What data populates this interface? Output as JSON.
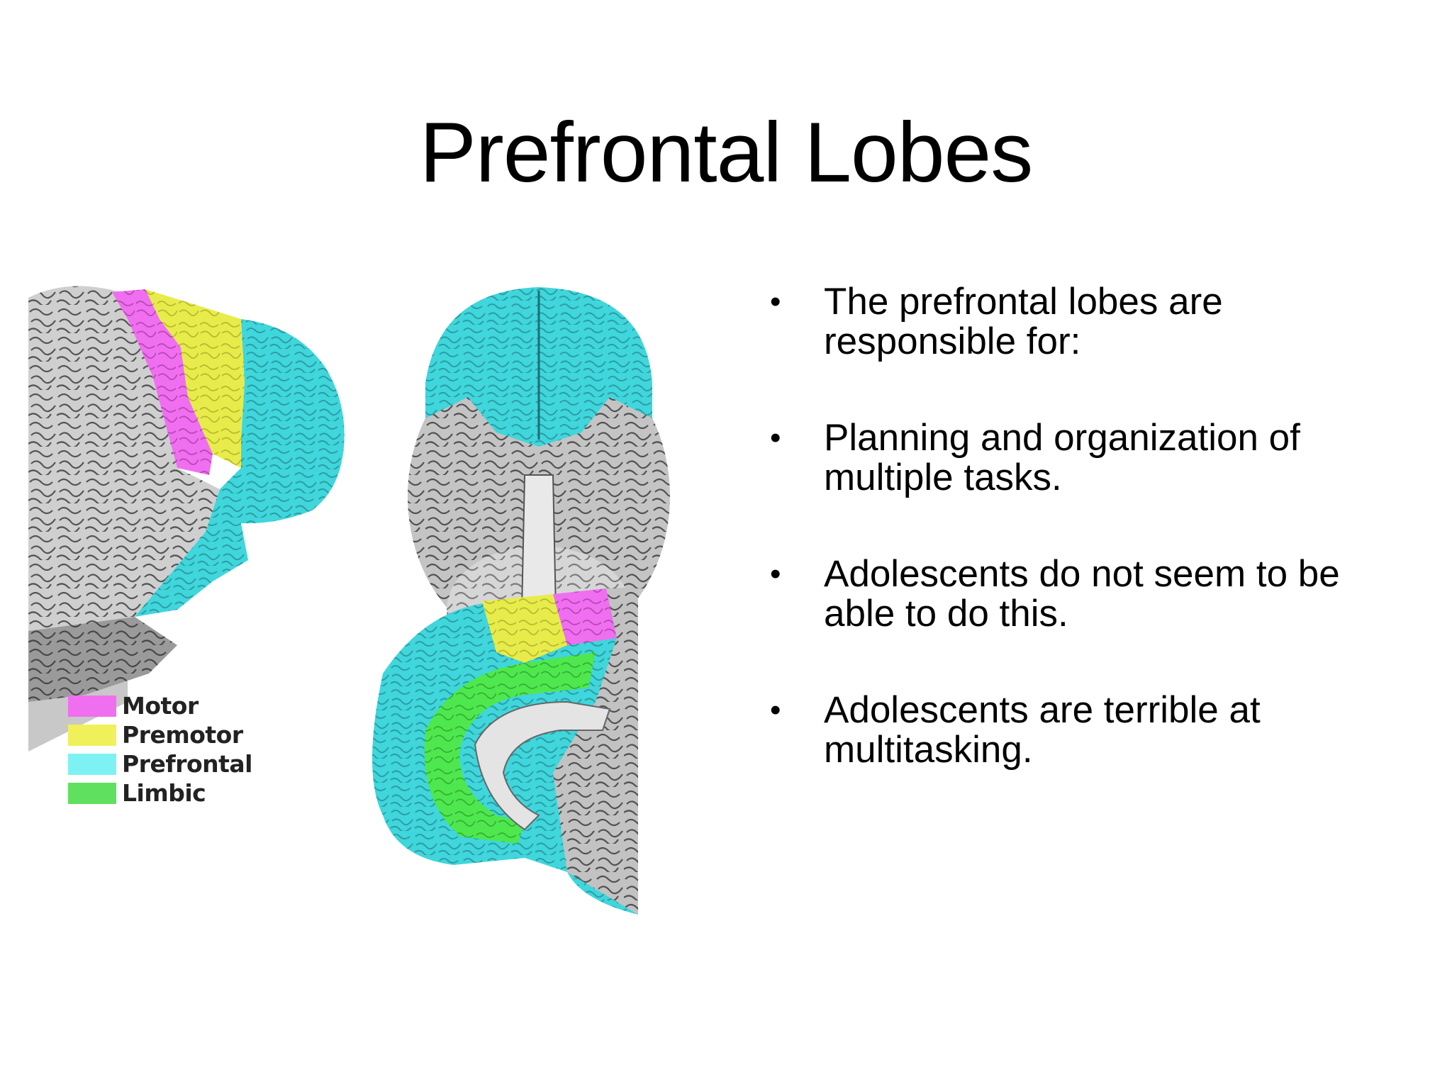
{
  "slide": {
    "title": "Prefrontal Lobes",
    "bullets": [
      {
        "text": "The prefrontal lobes are responsible for:"
      },
      {
        "text": "Planning and organization of multiple tasks."
      },
      {
        "text": "Adolescents  do not seem to be able to do this."
      },
      {
        "text": "Adolescents are terrible at multitasking."
      }
    ],
    "legend": [
      {
        "label": "Motor",
        "color": "#f06ef0"
      },
      {
        "label": "Premotor",
        "color": "#f0f05a"
      },
      {
        "label": "Prefrontal",
        "color": "#7ef2f2"
      },
      {
        "label": "Limbic",
        "color": "#5fe05f"
      }
    ],
    "colors": {
      "motor": "#f06ef0",
      "premotor": "#e8ec4a",
      "prefrontal": "#3fd6dc",
      "limbic": "#4ee84e",
      "brain_gray": "#bdbdbd",
      "brain_dark": "#2b2b2b"
    }
  }
}
